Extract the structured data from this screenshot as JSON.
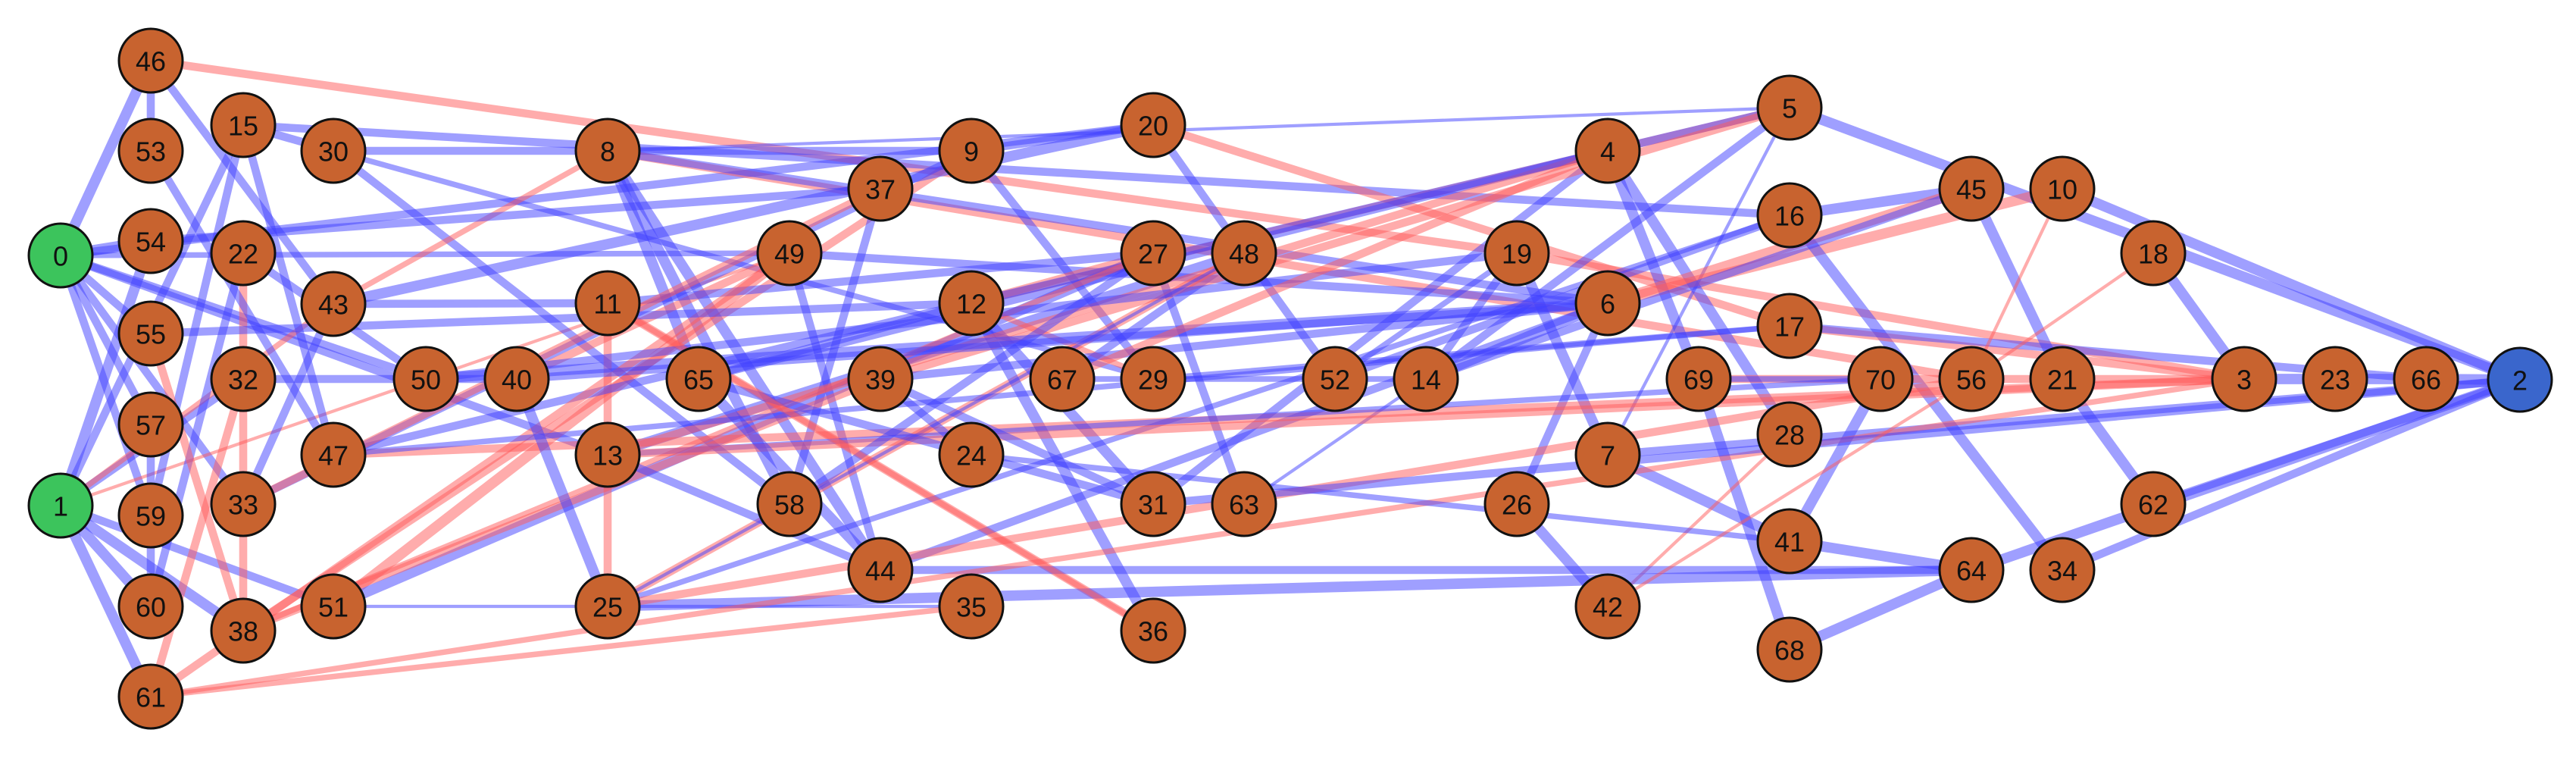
{
  "colors": {
    "source_node": "#3cc45c",
    "sink_node": "#3a66cc",
    "intermediate_node": "#c8632f",
    "node_stroke": "#111111",
    "positive_edge": "#4040ff",
    "negative_edge": "#ff5a5a"
  },
  "nodes": [
    {
      "id": "0",
      "role": "source"
    },
    {
      "id": "1",
      "role": "source"
    },
    {
      "id": "2",
      "role": "sink"
    },
    {
      "id": "46",
      "role": "intermediate"
    },
    {
      "id": "53",
      "role": "intermediate"
    },
    {
      "id": "54",
      "role": "intermediate"
    },
    {
      "id": "55",
      "role": "intermediate"
    },
    {
      "id": "57",
      "role": "intermediate"
    },
    {
      "id": "59",
      "role": "intermediate"
    },
    {
      "id": "60",
      "role": "intermediate"
    },
    {
      "id": "61",
      "role": "intermediate"
    },
    {
      "id": "15",
      "role": "intermediate"
    },
    {
      "id": "22",
      "role": "intermediate"
    },
    {
      "id": "32",
      "role": "intermediate"
    },
    {
      "id": "33",
      "role": "intermediate"
    },
    {
      "id": "38",
      "role": "intermediate"
    },
    {
      "id": "30",
      "role": "intermediate"
    },
    {
      "id": "43",
      "role": "intermediate"
    },
    {
      "id": "47",
      "role": "intermediate"
    },
    {
      "id": "51",
      "role": "intermediate"
    },
    {
      "id": "50",
      "role": "intermediate"
    },
    {
      "id": "40",
      "role": "intermediate"
    },
    {
      "id": "8",
      "role": "intermediate"
    },
    {
      "id": "11",
      "role": "intermediate"
    },
    {
      "id": "13",
      "role": "intermediate"
    },
    {
      "id": "25",
      "role": "intermediate"
    },
    {
      "id": "65",
      "role": "intermediate"
    },
    {
      "id": "49",
      "role": "intermediate"
    },
    {
      "id": "58",
      "role": "intermediate"
    },
    {
      "id": "37",
      "role": "intermediate"
    },
    {
      "id": "39",
      "role": "intermediate"
    },
    {
      "id": "44",
      "role": "intermediate"
    },
    {
      "id": "9",
      "role": "intermediate"
    },
    {
      "id": "12",
      "role": "intermediate"
    },
    {
      "id": "24",
      "role": "intermediate"
    },
    {
      "id": "35",
      "role": "intermediate"
    },
    {
      "id": "20",
      "role": "intermediate"
    },
    {
      "id": "27",
      "role": "intermediate"
    },
    {
      "id": "67",
      "role": "intermediate"
    },
    {
      "id": "29",
      "role": "intermediate"
    },
    {
      "id": "31",
      "role": "intermediate"
    },
    {
      "id": "36",
      "role": "intermediate"
    },
    {
      "id": "48",
      "role": "intermediate"
    },
    {
      "id": "63",
      "role": "intermediate"
    },
    {
      "id": "52",
      "role": "intermediate"
    },
    {
      "id": "14",
      "role": "intermediate"
    },
    {
      "id": "19",
      "role": "intermediate"
    },
    {
      "id": "26",
      "role": "intermediate"
    },
    {
      "id": "4",
      "role": "intermediate"
    },
    {
      "id": "6",
      "role": "intermediate"
    },
    {
      "id": "7",
      "role": "intermediate"
    },
    {
      "id": "42",
      "role": "intermediate"
    },
    {
      "id": "69",
      "role": "intermediate"
    },
    {
      "id": "5",
      "role": "intermediate"
    },
    {
      "id": "16",
      "role": "intermediate"
    },
    {
      "id": "17",
      "role": "intermediate"
    },
    {
      "id": "28",
      "role": "intermediate"
    },
    {
      "id": "41",
      "role": "intermediate"
    },
    {
      "id": "68",
      "role": "intermediate"
    },
    {
      "id": "70",
      "role": "intermediate"
    },
    {
      "id": "45",
      "role": "intermediate"
    },
    {
      "id": "56",
      "role": "intermediate"
    },
    {
      "id": "64",
      "role": "intermediate"
    },
    {
      "id": "10",
      "role": "intermediate"
    },
    {
      "id": "21",
      "role": "intermediate"
    },
    {
      "id": "34",
      "role": "intermediate"
    },
    {
      "id": "18",
      "role": "intermediate"
    },
    {
      "id": "62",
      "role": "intermediate"
    },
    {
      "id": "3",
      "role": "intermediate"
    },
    {
      "id": "23",
      "role": "intermediate"
    },
    {
      "id": "66",
      "role": "intermediate"
    }
  ],
  "edges": [
    {
      "from": "0",
      "to": "46",
      "sign": "positive",
      "weight": 4
    },
    {
      "from": "0",
      "to": "54",
      "sign": "positive",
      "weight": 4
    },
    {
      "from": "0",
      "to": "55",
      "sign": "positive",
      "weight": 3
    },
    {
      "from": "0",
      "to": "57",
      "sign": "positive",
      "weight": 3
    },
    {
      "from": "0",
      "to": "59",
      "sign": "positive",
      "weight": 3
    },
    {
      "from": "0",
      "to": "33",
      "sign": "positive",
      "weight": 3
    },
    {
      "from": "0",
      "to": "50",
      "sign": "positive",
      "weight": 3
    },
    {
      "from": "0",
      "to": "13",
      "sign": "positive",
      "weight": 3
    },
    {
      "from": "0",
      "to": "20",
      "sign": "positive",
      "weight": 3
    },
    {
      "from": "0",
      "to": "49",
      "sign": "positive",
      "weight": 2
    },
    {
      "from": "1",
      "to": "54",
      "sign": "positive",
      "weight": 4
    },
    {
      "from": "1",
      "to": "15",
      "sign": "positive",
      "weight": 3
    },
    {
      "from": "1",
      "to": "32",
      "sign": "positive",
      "weight": 3
    },
    {
      "from": "1",
      "to": "60",
      "sign": "positive",
      "weight": 4
    },
    {
      "from": "1",
      "to": "61",
      "sign": "positive",
      "weight": 4
    },
    {
      "from": "1",
      "to": "38",
      "sign": "positive",
      "weight": 4
    },
    {
      "from": "1",
      "to": "51",
      "sign": "positive",
      "weight": 3
    },
    {
      "from": "1",
      "to": "43",
      "sign": "negative",
      "weight": 2
    },
    {
      "from": "1",
      "to": "49",
      "sign": "negative",
      "weight": 1
    },
    {
      "from": "46",
      "to": "53",
      "sign": "positive",
      "weight": 3
    },
    {
      "from": "46",
      "to": "43",
      "sign": "positive",
      "weight": 3
    },
    {
      "from": "46",
      "to": "19",
      "sign": "negative",
      "weight": 3
    },
    {
      "from": "15",
      "to": "30",
      "sign": "positive",
      "weight": 3
    },
    {
      "from": "15",
      "to": "47",
      "sign": "positive",
      "weight": 3
    },
    {
      "from": "15",
      "to": "16",
      "sign": "positive",
      "weight": 3
    },
    {
      "from": "15",
      "to": "59",
      "sign": "positive",
      "weight": 3
    },
    {
      "from": "22",
      "to": "38",
      "sign": "negative",
      "weight": 3
    },
    {
      "from": "22",
      "to": "50",
      "sign": "positive",
      "weight": 3
    },
    {
      "from": "22",
      "to": "60",
      "sign": "positive",
      "weight": 3
    },
    {
      "from": "30",
      "to": "58",
      "sign": "positive",
      "weight": 3
    },
    {
      "from": "30",
      "to": "9",
      "sign": "positive",
      "weight": 3
    },
    {
      "from": "30",
      "to": "29",
      "sign": "positive",
      "weight": 2
    },
    {
      "from": "8",
      "to": "58",
      "sign": "positive",
      "weight": 4
    },
    {
      "from": "8",
      "to": "44",
      "sign": "positive",
      "weight": 4
    },
    {
      "from": "8",
      "to": "65",
      "sign": "positive",
      "weight": 4
    },
    {
      "from": "8",
      "to": "56",
      "sign": "negative",
      "weight": 3
    },
    {
      "from": "8",
      "to": "43",
      "sign": "negative",
      "weight": 2
    },
    {
      "from": "8",
      "to": "5",
      "sign": "positive",
      "weight": 1
    },
    {
      "from": "8",
      "to": "6",
      "sign": "positive",
      "weight": 3
    },
    {
      "from": "9",
      "to": "20",
      "sign": "positive",
      "weight": 3
    },
    {
      "from": "9",
      "to": "29",
      "sign": "positive",
      "weight": 3
    },
    {
      "from": "9",
      "to": "38",
      "sign": "negative",
      "weight": 3
    },
    {
      "from": "9",
      "to": "33",
      "sign": "positive",
      "weight": 3
    },
    {
      "from": "20",
      "to": "48",
      "sign": "positive",
      "weight": 3
    },
    {
      "from": "20",
      "to": "17",
      "sign": "negative",
      "weight": 3
    },
    {
      "from": "20",
      "to": "43",
      "sign": "positive",
      "weight": 4
    },
    {
      "from": "37",
      "to": "58",
      "sign": "positive",
      "weight": 3
    },
    {
      "from": "37",
      "to": "54",
      "sign": "positive",
      "weight": 3
    },
    {
      "from": "49",
      "to": "44",
      "sign": "positive",
      "weight": 3
    },
    {
      "from": "49",
      "to": "40",
      "sign": "negative",
      "weight": 3
    },
    {
      "from": "49",
      "to": "51",
      "sign": "negative",
      "weight": 4
    },
    {
      "from": "49",
      "to": "6",
      "sign": "positive",
      "weight": 3
    },
    {
      "from": "27",
      "to": "51",
      "sign": "positive",
      "weight": 4
    },
    {
      "from": "27",
      "to": "63",
      "sign": "positive",
      "weight": 3
    },
    {
      "from": "27",
      "to": "12",
      "sign": "negative",
      "weight": 3
    },
    {
      "from": "48",
      "to": "13",
      "sign": "positive",
      "weight": 4
    },
    {
      "from": "48",
      "to": "52",
      "sign": "positive",
      "weight": 3
    },
    {
      "from": "48",
      "to": "67",
      "sign": "positive",
      "weight": 3
    },
    {
      "from": "48",
      "to": "25",
      "sign": "negative",
      "weight": 3
    },
    {
      "from": "11",
      "to": "25",
      "sign": "negative",
      "weight": 3
    },
    {
      "from": "11",
      "to": "36",
      "sign": "negative",
      "weight": 3
    },
    {
      "from": "11",
      "to": "43",
      "sign": "positive",
      "weight": 3
    },
    {
      "from": "11",
      "to": "27",
      "sign": "positive",
      "weight": 3
    },
    {
      "from": "12",
      "to": "31",
      "sign": "positive",
      "weight": 4
    },
    {
      "from": "12",
      "to": "36",
      "sign": "positive",
      "weight": 4
    },
    {
      "from": "12",
      "to": "65",
      "sign": "positive",
      "weight": 3
    },
    {
      "from": "12",
      "to": "29",
      "sign": "negative",
      "weight": 2
    },
    {
      "from": "12",
      "to": "5",
      "sign": "negative",
      "weight": 3
    },
    {
      "from": "19",
      "to": "7",
      "sign": "positive",
      "weight": 4
    },
    {
      "from": "19",
      "to": "14",
      "sign": "positive",
      "weight": 3
    },
    {
      "from": "19",
      "to": "3",
      "sign": "negative",
      "weight": 3
    },
    {
      "from": "4",
      "to": "69",
      "sign": "positive",
      "weight": 4
    },
    {
      "from": "4",
      "to": "28",
      "sign": "positive",
      "weight": 4
    },
    {
      "from": "4",
      "to": "65",
      "sign": "positive",
      "weight": 3
    },
    {
      "from": "4",
      "to": "31",
      "sign": "positive",
      "weight": 3
    },
    {
      "from": "4",
      "to": "13",
      "sign": "negative",
      "weight": 3
    },
    {
      "from": "5",
      "to": "2",
      "sign": "positive",
      "weight": 4
    },
    {
      "from": "5",
      "to": "47",
      "sign": "positive",
      "weight": 3
    },
    {
      "from": "5",
      "to": "39",
      "sign": "negative",
      "weight": 3
    },
    {
      "from": "5",
      "to": "7",
      "sign": "positive",
      "weight": 1
    },
    {
      "from": "6",
      "to": "14",
      "sign": "positive",
      "weight": 4
    },
    {
      "from": "6",
      "to": "26",
      "sign": "positive",
      "weight": 3
    },
    {
      "from": "6",
      "to": "50",
      "sign": "positive",
      "weight": 4
    },
    {
      "from": "6",
      "to": "10",
      "sign": "negative",
      "weight": 4
    },
    {
      "from": "6",
      "to": "39",
      "sign": "positive",
      "weight": 3
    },
    {
      "from": "16",
      "to": "34",
      "sign": "positive",
      "weight": 4
    },
    {
      "from": "16",
      "to": "45",
      "sign": "positive",
      "weight": 4
    },
    {
      "from": "16",
      "to": "52",
      "sign": "positive",
      "weight": 3
    },
    {
      "from": "16",
      "to": "25",
      "sign": "positive",
      "weight": 2
    },
    {
      "from": "17",
      "to": "3",
      "sign": "negative",
      "weight": 3
    },
    {
      "from": "17",
      "to": "66",
      "sign": "positive",
      "weight": 3
    },
    {
      "from": "45",
      "to": "21",
      "sign": "positive",
      "weight": 4
    },
    {
      "from": "45",
      "to": "6",
      "sign": "negative",
      "weight": 4
    },
    {
      "from": "45",
      "to": "14",
      "sign": "positive",
      "weight": 3
    },
    {
      "from": "10",
      "to": "2",
      "sign": "positive",
      "weight": 4
    },
    {
      "from": "10",
      "to": "56",
      "sign": "negative",
      "weight": 1
    },
    {
      "from": "18",
      "to": "3",
      "sign": "positive",
      "weight": 4
    },
    {
      "from": "18",
      "to": "56",
      "sign": "negative",
      "weight": 1
    },
    {
      "from": "21",
      "to": "62",
      "sign": "positive",
      "weight": 4
    },
    {
      "from": "3",
      "to": "23",
      "sign": "positive",
      "weight": 4
    },
    {
      "from": "23",
      "to": "66",
      "sign": "positive",
      "weight": 4
    },
    {
      "from": "66",
      "to": "2",
      "sign": "positive",
      "weight": 4
    },
    {
      "from": "62",
      "to": "2",
      "sign": "positive",
      "weight": 3
    },
    {
      "from": "64",
      "to": "2",
      "sign": "positive",
      "weight": 4
    },
    {
      "from": "34",
      "to": "2",
      "sign": "positive",
      "weight": 3
    },
    {
      "from": "7",
      "to": "41",
      "sign": "positive",
      "weight": 4
    },
    {
      "from": "7",
      "to": "2",
      "sign": "positive",
      "weight": 3
    },
    {
      "from": "69",
      "to": "68",
      "sign": "positive",
      "weight": 4
    },
    {
      "from": "69",
      "to": "3",
      "sign": "negative",
      "weight": 3
    },
    {
      "from": "41",
      "to": "70",
      "sign": "positive",
      "weight": 4
    },
    {
      "from": "41",
      "to": "64",
      "sign": "positive",
      "weight": 4
    },
    {
      "from": "68",
      "to": "64",
      "sign": "positive",
      "weight": 4
    },
    {
      "from": "28",
      "to": "42",
      "sign": "negative",
      "weight": 1
    },
    {
      "from": "26",
      "to": "42",
      "sign": "positive",
      "weight": 4
    },
    {
      "from": "63",
      "to": "14",
      "sign": "positive",
      "weight": 1
    },
    {
      "from": "44",
      "to": "6",
      "sign": "positive",
      "weight": 3
    },
    {
      "from": "44",
      "to": "64",
      "sign": "positive",
      "weight": 3
    },
    {
      "from": "25",
      "to": "64",
      "sign": "positive",
      "weight": 4
    },
    {
      "from": "25",
      "to": "48",
      "sign": "positive",
      "weight": 1
    },
    {
      "from": "35",
      "to": "51",
      "sign": "positive",
      "weight": 1
    },
    {
      "from": "61",
      "to": "3",
      "sign": "negative",
      "weight": 2
    },
    {
      "from": "61",
      "to": "49",
      "sign": "negative",
      "weight": 3
    },
    {
      "from": "38",
      "to": "39",
      "sign": "negative",
      "weight": 3
    },
    {
      "from": "38",
      "to": "27",
      "sign": "negative",
      "weight": 2
    },
    {
      "from": "33",
      "to": "37",
      "sign": "negative",
      "weight": 3
    },
    {
      "from": "33",
      "to": "43",
      "sign": "positive",
      "weight": 3
    },
    {
      "from": "47",
      "to": "3",
      "sign": "negative",
      "weight": 3
    },
    {
      "from": "47",
      "to": "17",
      "sign": "positive",
      "weight": 2
    },
    {
      "from": "40",
      "to": "25",
      "sign": "positive",
      "weight": 4
    },
    {
      "from": "40",
      "to": "6",
      "sign": "positive",
      "weight": 3
    },
    {
      "from": "50",
      "to": "40",
      "sign": "positive",
      "weight": 3
    },
    {
      "from": "50",
      "to": "19",
      "sign": "positive",
      "weight": 3
    },
    {
      "from": "13",
      "to": "44",
      "sign": "positive",
      "weight": 3
    },
    {
      "from": "13",
      "to": "70",
      "sign": "positive",
      "weight": 2
    },
    {
      "from": "13",
      "to": "3",
      "sign": "negative",
      "weight": 3
    },
    {
      "from": "65",
      "to": "31",
      "sign": "positive",
      "weight": 3
    },
    {
      "from": "65",
      "to": "44",
      "sign": "positive",
      "weight": 4
    },
    {
      "from": "39",
      "to": "24",
      "sign": "positive",
      "weight": 3
    },
    {
      "from": "39",
      "to": "31",
      "sign": "positive",
      "weight": 3
    },
    {
      "from": "24",
      "to": "41",
      "sign": "positive",
      "weight": 2
    },
    {
      "from": "67",
      "to": "14",
      "sign": "positive",
      "weight": 2
    },
    {
      "from": "67",
      "to": "4",
      "sign": "negative",
      "weight": 3
    },
    {
      "from": "52",
      "to": "19",
      "sign": "positive",
      "weight": 2
    },
    {
      "from": "14",
      "to": "5",
      "sign": "positive",
      "weight": 3
    },
    {
      "from": "56",
      "to": "25",
      "sign": "negative",
      "weight": 3
    },
    {
      "from": "57",
      "to": "60",
      "sign": "positive",
      "weight": 3
    },
    {
      "from": "55",
      "to": "38",
      "sign": "negative",
      "weight": 3
    },
    {
      "from": "55",
      "to": "12",
      "sign": "positive",
      "weight": 3
    },
    {
      "from": "53",
      "to": "47",
      "sign": "positive",
      "weight": 3
    },
    {
      "from": "32",
      "to": "50",
      "sign": "positive",
      "weight": 3
    },
    {
      "from": "32",
      "to": "61",
      "sign": "negative",
      "weight": 3
    },
    {
      "from": "29",
      "to": "17",
      "sign": "positive",
      "weight": 2
    },
    {
      "from": "31",
      "to": "2",
      "sign": "positive",
      "weight": 3
    },
    {
      "from": "58",
      "to": "27",
      "sign": "positive",
      "weight": 3
    },
    {
      "from": "61",
      "to": "35",
      "sign": "negative",
      "weight": 2
    },
    {
      "from": "42",
      "to": "56",
      "sign": "negative",
      "weight": 1
    },
    {
      "from": "36",
      "to": "11",
      "sign": "negative",
      "weight": 2
    },
    {
      "from": "70",
      "to": "69",
      "sign": "positive",
      "weight": 2
    }
  ]
}
